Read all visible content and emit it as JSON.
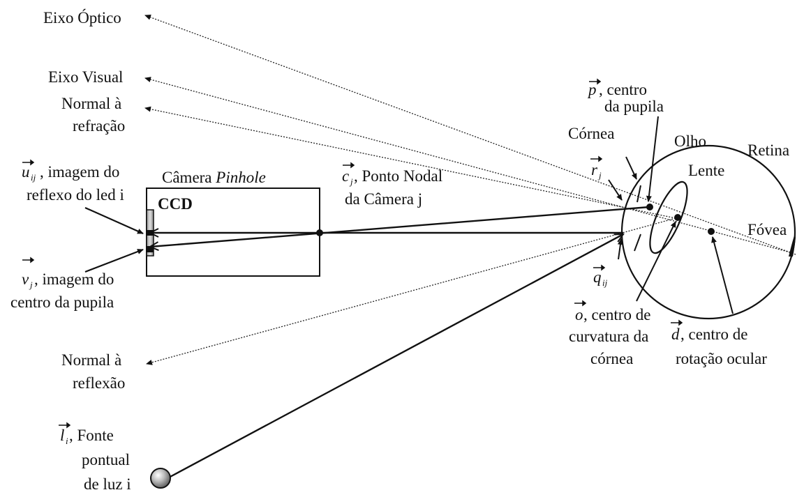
{
  "labels": {
    "eixo_optico": "Eixo Óptico",
    "eixo_visual": "Eixo Visual",
    "normal_refracao_1": "Normal à",
    "normal_refracao_2": "refração",
    "u_sym": "u",
    "u_sub": "ij",
    "u_line1": ", imagem do",
    "u_line2": "reflexo do led i",
    "camera_prefix": "Câmera ",
    "camera_italic": "Pinhole",
    "ccd": "CCD",
    "c_sym": "c",
    "c_sub": "j",
    "c_line1": ", Ponto Nodal",
    "c_line2": "da Câmera j",
    "v_sym": "v",
    "v_sub": "j",
    "v_line1": ", imagem do",
    "v_line2": "centro da pupila",
    "normal_reflexao_1": "Normal à",
    "normal_reflexao_2": "reflexão",
    "l_sym": "l",
    "l_sub": "i",
    "l_line1": ", Fonte",
    "l_line2": "pontual",
    "l_line3": "de luz i",
    "p_sym": "p",
    "p_line1": ", centro",
    "p_line2": "da pupila",
    "cornea": "Córnea",
    "olho": "Olho",
    "retina": "Retina",
    "r_sym": "r",
    "r_sub": "j",
    "lente": "Lente",
    "fovea": "Fóvea",
    "q_sym": "q",
    "q_sub": "ij",
    "o_sym": "o",
    "o_line1": ", centro de",
    "o_line2": "curvatura da",
    "o_line3": "córnea",
    "d_sym": "d",
    "d_line1": ", centro de",
    "d_line2": "rotação ocular"
  }
}
